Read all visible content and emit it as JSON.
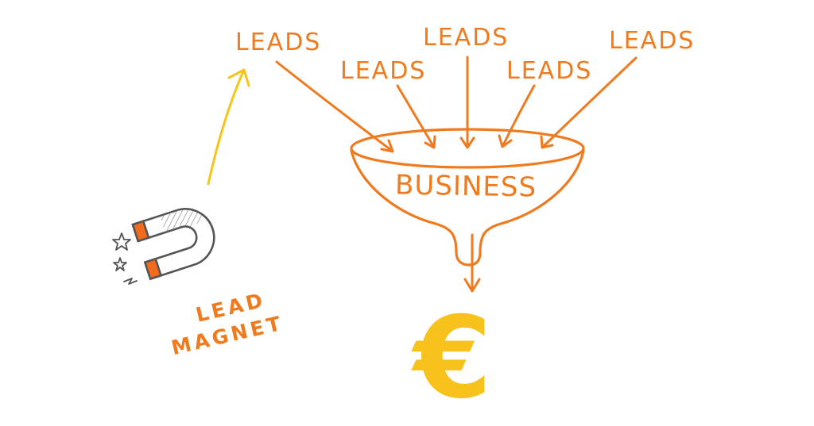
{
  "colors": {
    "accent": "#F07A1E",
    "arrow_yellow": "#F5C518",
    "euro": "#F7C21C",
    "magnet_gray": "#555555",
    "magnet_tip": "#F26B1D",
    "background": "#FFFFFF"
  },
  "leads": [
    {
      "label": "LEADS"
    },
    {
      "label": "LEADS"
    },
    {
      "label": "LEADS"
    },
    {
      "label": "LEADS"
    },
    {
      "label": "LEADS"
    }
  ],
  "funnel": {
    "label": "BUSINESS"
  },
  "magnet": {
    "line1": "LEAD",
    "line2": "MAGNET",
    "icon": "magnet-icon"
  },
  "output": {
    "symbol": "€"
  }
}
